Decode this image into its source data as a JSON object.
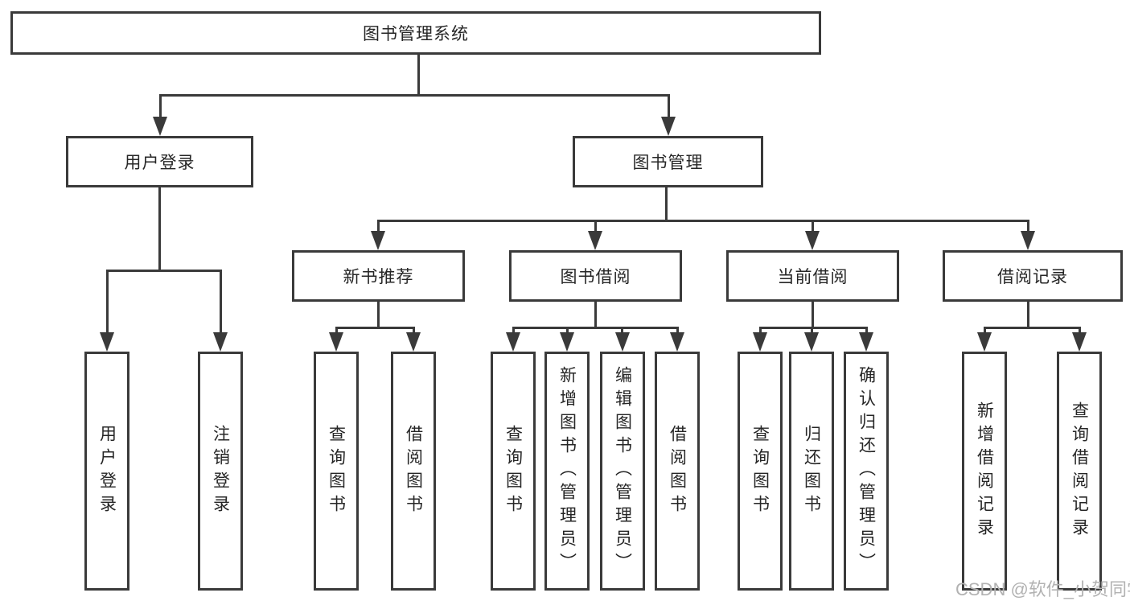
{
  "tree": {
    "root": {
      "label": "图书管理系统"
    },
    "branches": [
      {
        "label": "用户登录",
        "children": [
          {
            "label": "用户登录"
          },
          {
            "label": "注销登录"
          }
        ]
      },
      {
        "label": "图书管理",
        "children": [
          {
            "label": "新书推荐",
            "children": [
              {
                "label": "查询图书"
              },
              {
                "label": "借阅图书"
              }
            ]
          },
          {
            "label": "图书借阅",
            "children": [
              {
                "label": "查询图书"
              },
              {
                "label": "新增图书（管理员）"
              },
              {
                "label": "编辑图书（管理员）"
              },
              {
                "label": "借阅图书"
              }
            ]
          },
          {
            "label": "当前借阅",
            "children": [
              {
                "label": "查询图书"
              },
              {
                "label": "归还图书"
              },
              {
                "label": "确认归还（管理员）"
              }
            ]
          },
          {
            "label": "借阅记录",
            "children": [
              {
                "label": "新增借阅记录"
              },
              {
                "label": "查询借阅记录"
              }
            ]
          }
        ]
      }
    ]
  },
  "watermark": {
    "text": "CSDN @软件_小贺同学"
  },
  "colors": {
    "line": "#3a3a3a",
    "text": "#262626",
    "box_background": "#ffffff",
    "page_background": "#ffffff",
    "watermark": "#b2b2b2"
  }
}
